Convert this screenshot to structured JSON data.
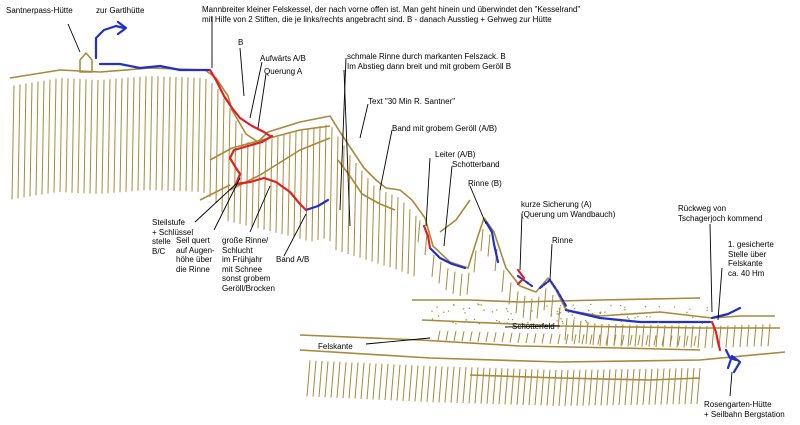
{
  "labels": {
    "santnerpass_huette": "Santnerpass-Hütte",
    "zur_gartlhuette": "zur Gartlhütte",
    "felskessel": "Mannbreiter kleiner Felskessel, der nach vorne offen ist. Man geht hinein und überwindet den \"Kesselrand\"\nmit Hilfe von 2 Stiften, die je links/rechts angebracht sind. B - danach Ausstieg + Gehweg zur Hütte",
    "grade_b": "B",
    "aufwaerts": "Aufwärts A/B",
    "querung_a": "Querung A",
    "schmale_rinne": "schmale Rinne durch markanten Felszack. B\nIm Abstieg dann breit und mit grobem Geröll B",
    "text_30min": "Text \"30 Min R. Santner\"",
    "band_geroell": "Band mit grobem Geröll (A/B)",
    "leiter": "Leiter (A/B)",
    "schotterband": "Schotterband",
    "rinne_b": "Rinne (B)",
    "kurze_sicherung": "kurze Sicherung (A)\n(Querung um Wandbauch)",
    "rinne": "Rinne",
    "rueckweg": "Rückweg von\nTschagerjoch kommend",
    "gesicherte_stelle": "1. gesicherte\nStelle über\nFelskante\nca. 40 Hm",
    "steilstufe": "Steilstufe\n+ Schlüssel\nstelle\nB/C",
    "seil_quert": "Seil quert\nauf Augen-\nhöhe über\ndie Rinne",
    "grosse_rinne": "große Rinne/\nSchlucht\nim Frühjahr\nmit Schnee\nsonst grobem\nGeröll/Brocken",
    "band_ab": "Band A/B",
    "schotterfeld": "Schotterfeld",
    "felskante": "Felskante",
    "rosengarten": "Rosengarten-Hütte\n+ Seilbahn Bergstation"
  },
  "colors": {
    "rock": "#a8893a",
    "trail_blue": "#2030c8",
    "trail_red": "#e02020",
    "ink": "#000000"
  }
}
